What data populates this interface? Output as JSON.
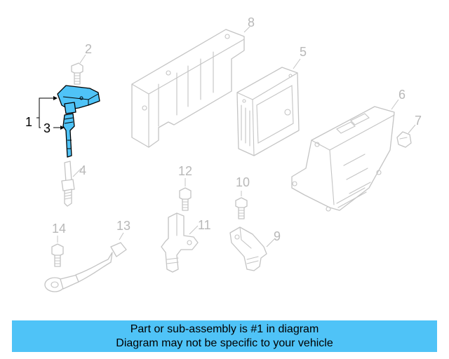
{
  "diagram": {
    "callouts": [
      "1",
      "2",
      "3",
      "4",
      "5",
      "6",
      "7",
      "8",
      "9",
      "10",
      "11",
      "12",
      "13",
      "14"
    ],
    "highlight_color": "#4fc3f7",
    "highlighted_callouts": [
      "1",
      "3"
    ]
  },
  "banner": {
    "line1": "Part or sub-assembly is #1 in diagram",
    "line2": "Diagram may not be specific to your vehicle",
    "color": "#4fc3f7"
  }
}
